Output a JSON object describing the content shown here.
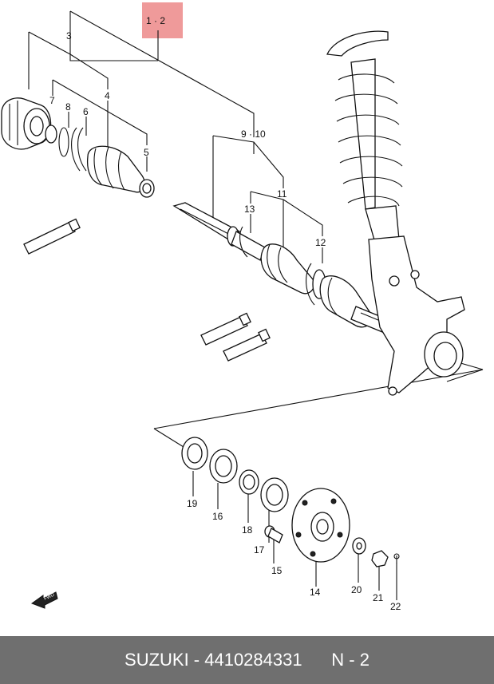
{
  "labels": {
    "l1_2": "1 · 2",
    "l3": "3",
    "l4": "4",
    "l5": "5",
    "l6": "6",
    "l7": "7",
    "l8": "8",
    "l9_10": "9 · 10",
    "l11": "11",
    "l12": "12",
    "l13": "13",
    "l14": "14",
    "l15": "15",
    "l16": "16",
    "l17": "17",
    "l18": "18",
    "l19": "19",
    "l20": "20",
    "l21": "21",
    "l22": "22"
  },
  "fwd_label": "FWD",
  "highlight_color": "#ef9a9a",
  "footer": {
    "brand": "SUZUKI - 4410284331",
    "code": "N - 2"
  }
}
